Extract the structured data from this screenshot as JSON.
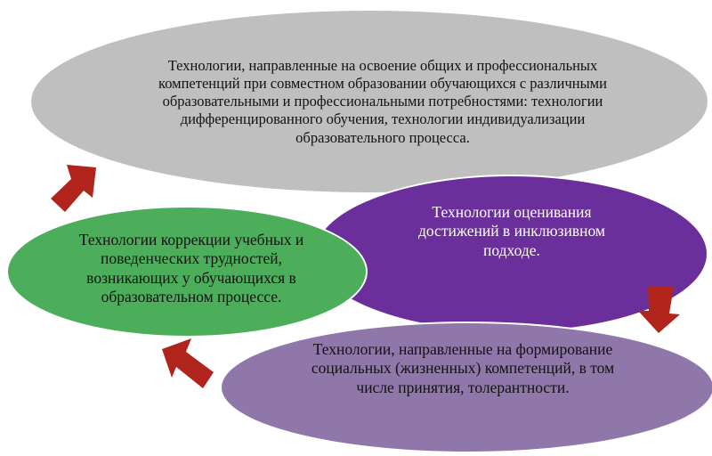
{
  "colors": {
    "gray": "#bfbfbf",
    "purple": "#6b2f9b",
    "green": "#4cae5b",
    "lilac": "#8f78a9",
    "arrow": "#b0241c"
  },
  "nodes": {
    "top": "Технологии, направленные на освоение общих и профессиональных компетенций при совместном образовании обучающихся с различными образовательными и профессиональными потребностями: технологии дифференцированного обучения, технологии индивидуализации образовательного процесса.",
    "right": "Технологии оценивания достижений в инклюзивном подходе.",
    "left": "Технологии коррекции учебных и поведенческих трудностей, возникающих у обучающихся в образовательном процессе.",
    "bottom": "Технологии, направленные на формирование социальных (жизненных) компетенций, в том числе принятия, толерантности."
  }
}
